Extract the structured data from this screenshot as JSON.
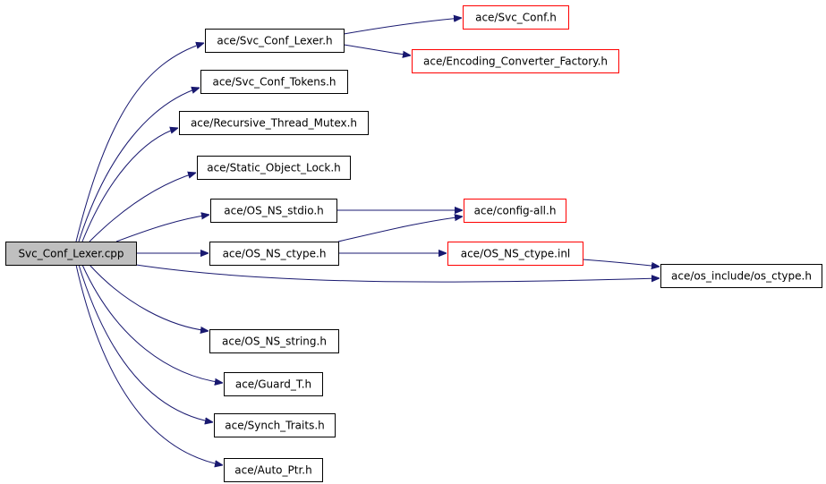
{
  "graph": {
    "colors": {
      "edge": "#191970",
      "root_fill": "#bfbfbf",
      "root_border": "#000000",
      "node_border": "#000000",
      "external_border": "#ff0000",
      "node_fill": "#ffffff"
    },
    "nodes": [
      {
        "id": "root",
        "label": "Svc_Conf_Lexer.cpp",
        "kind": "root"
      },
      {
        "id": "svc_conf_lexer_h",
        "label": "ace/Svc_Conf_Lexer.h",
        "kind": "normal"
      },
      {
        "id": "svc_conf_h",
        "label": "ace/Svc_Conf.h",
        "kind": "external"
      },
      {
        "id": "encoding_converter_factory_h",
        "label": "ace/Encoding_Converter_Factory.h",
        "kind": "external"
      },
      {
        "id": "svc_conf_tokens_h",
        "label": "ace/Svc_Conf_Tokens.h",
        "kind": "normal"
      },
      {
        "id": "recursive_thread_mutex_h",
        "label": "ace/Recursive_Thread_Mutex.h",
        "kind": "normal"
      },
      {
        "id": "static_object_lock_h",
        "label": "ace/Static_Object_Lock.h",
        "kind": "normal"
      },
      {
        "id": "os_ns_stdio_h",
        "label": "ace/OS_NS_stdio.h",
        "kind": "normal"
      },
      {
        "id": "config_all_h",
        "label": "ace/config-all.h",
        "kind": "external"
      },
      {
        "id": "os_ns_ctype_h",
        "label": "ace/OS_NS_ctype.h",
        "kind": "normal"
      },
      {
        "id": "os_ns_ctype_inl",
        "label": "ace/OS_NS_ctype.inl",
        "kind": "external"
      },
      {
        "id": "os_include_os_ctype_h",
        "label": "ace/os_include/os_ctype.h",
        "kind": "normal"
      },
      {
        "id": "os_ns_string_h",
        "label": "ace/OS_NS_string.h",
        "kind": "normal"
      },
      {
        "id": "guard_t_h",
        "label": "ace/Guard_T.h",
        "kind": "normal"
      },
      {
        "id": "synch_traits_h",
        "label": "ace/Synch_Traits.h",
        "kind": "normal"
      },
      {
        "id": "auto_ptr_h",
        "label": "ace/Auto_Ptr.h",
        "kind": "normal"
      }
    ],
    "edges": [
      {
        "from": "root",
        "to": "svc_conf_lexer_h"
      },
      {
        "from": "svc_conf_lexer_h",
        "to": "svc_conf_h"
      },
      {
        "from": "svc_conf_lexer_h",
        "to": "encoding_converter_factory_h"
      },
      {
        "from": "root",
        "to": "svc_conf_tokens_h"
      },
      {
        "from": "root",
        "to": "recursive_thread_mutex_h"
      },
      {
        "from": "root",
        "to": "static_object_lock_h"
      },
      {
        "from": "root",
        "to": "os_ns_stdio_h"
      },
      {
        "from": "os_ns_stdio_h",
        "to": "config_all_h"
      },
      {
        "from": "root",
        "to": "os_ns_ctype_h"
      },
      {
        "from": "os_ns_ctype_h",
        "to": "config_all_h"
      },
      {
        "from": "os_ns_ctype_h",
        "to": "os_ns_ctype_inl"
      },
      {
        "from": "os_ns_ctype_inl",
        "to": "os_include_os_ctype_h"
      },
      {
        "from": "root",
        "to": "os_include_os_ctype_h"
      },
      {
        "from": "root",
        "to": "os_ns_string_h"
      },
      {
        "from": "root",
        "to": "guard_t_h"
      },
      {
        "from": "root",
        "to": "synch_traits_h"
      },
      {
        "from": "root",
        "to": "auto_ptr_h"
      }
    ]
  }
}
